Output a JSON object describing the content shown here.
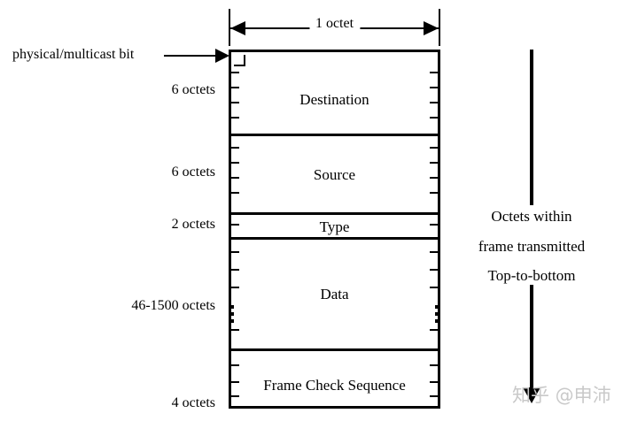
{
  "figure": {
    "top_dimension_label": "1 octet",
    "pointer_label": "physical/multicast bit",
    "transmission_note_lines": [
      "Octets within",
      "frame transmitted",
      "Top-to-bottom"
    ],
    "watermark": "知乎 @申沛"
  },
  "frame_fields": [
    {
      "name": "Destination",
      "size_label": "6 octets"
    },
    {
      "name": "Source",
      "size_label": "6 octets"
    },
    {
      "name": "Type",
      "size_label": "2 octets"
    },
    {
      "name": "Data",
      "size_label": "46-1500 octets"
    },
    {
      "name": "Frame Check Sequence",
      "size_label": "4 octets"
    }
  ],
  "colors": {
    "ink": "#000000",
    "background": "#ffffff",
    "watermark": "#c9c9c9"
  }
}
